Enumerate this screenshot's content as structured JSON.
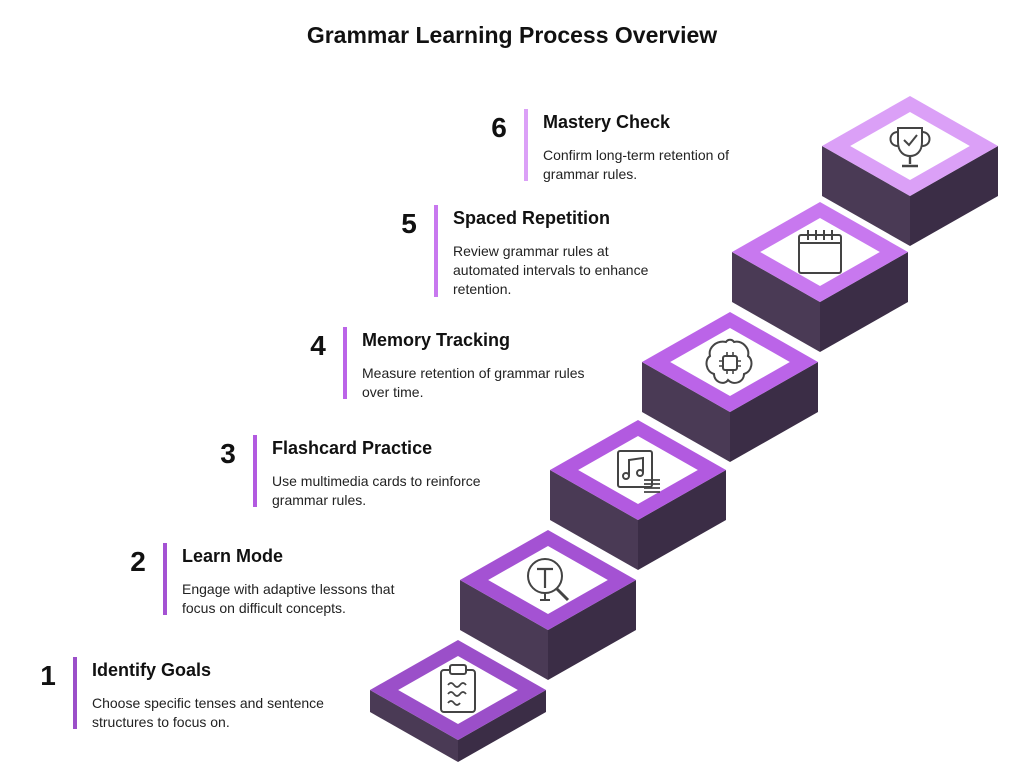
{
  "title": "Grammar Learning Process Overview",
  "colors": {
    "riser": "#4a3a55",
    "riser_dark": "#3b2d46",
    "tread_top": "#ffffff"
  },
  "steps": [
    {
      "number": "1",
      "title": "Identify Goals",
      "description": "Choose specific tenses and sentence structures to focus on.",
      "icon": "clipboard-icon",
      "color": "#9b4fc9"
    },
    {
      "number": "2",
      "title": "Learn Mode",
      "description": "Engage with adaptive lessons that focus on difficult concepts.",
      "icon": "text-search-icon",
      "color": "#a452d3"
    },
    {
      "number": "3",
      "title": "Flashcard Practice",
      "description": "Use multimedia cards to reinforce grammar rules.",
      "icon": "music-card-icon",
      "color": "#b25ae0"
    },
    {
      "number": "4",
      "title": "Memory Tracking",
      "description": "Measure retention of grammar rules over time.",
      "icon": "brain-chip-icon",
      "color": "#bb64e8"
    },
    {
      "number": "5",
      "title": "Spaced Repetition",
      "description": "Review grammar rules at automated intervals to enhance retention.",
      "icon": "calendar-icon",
      "color": "#c878ef"
    },
    {
      "number": "6",
      "title": "Mastery Check",
      "description": "Confirm long-term retention of grammar rules.",
      "icon": "trophy-icon",
      "color": "#dba0f7"
    }
  ]
}
